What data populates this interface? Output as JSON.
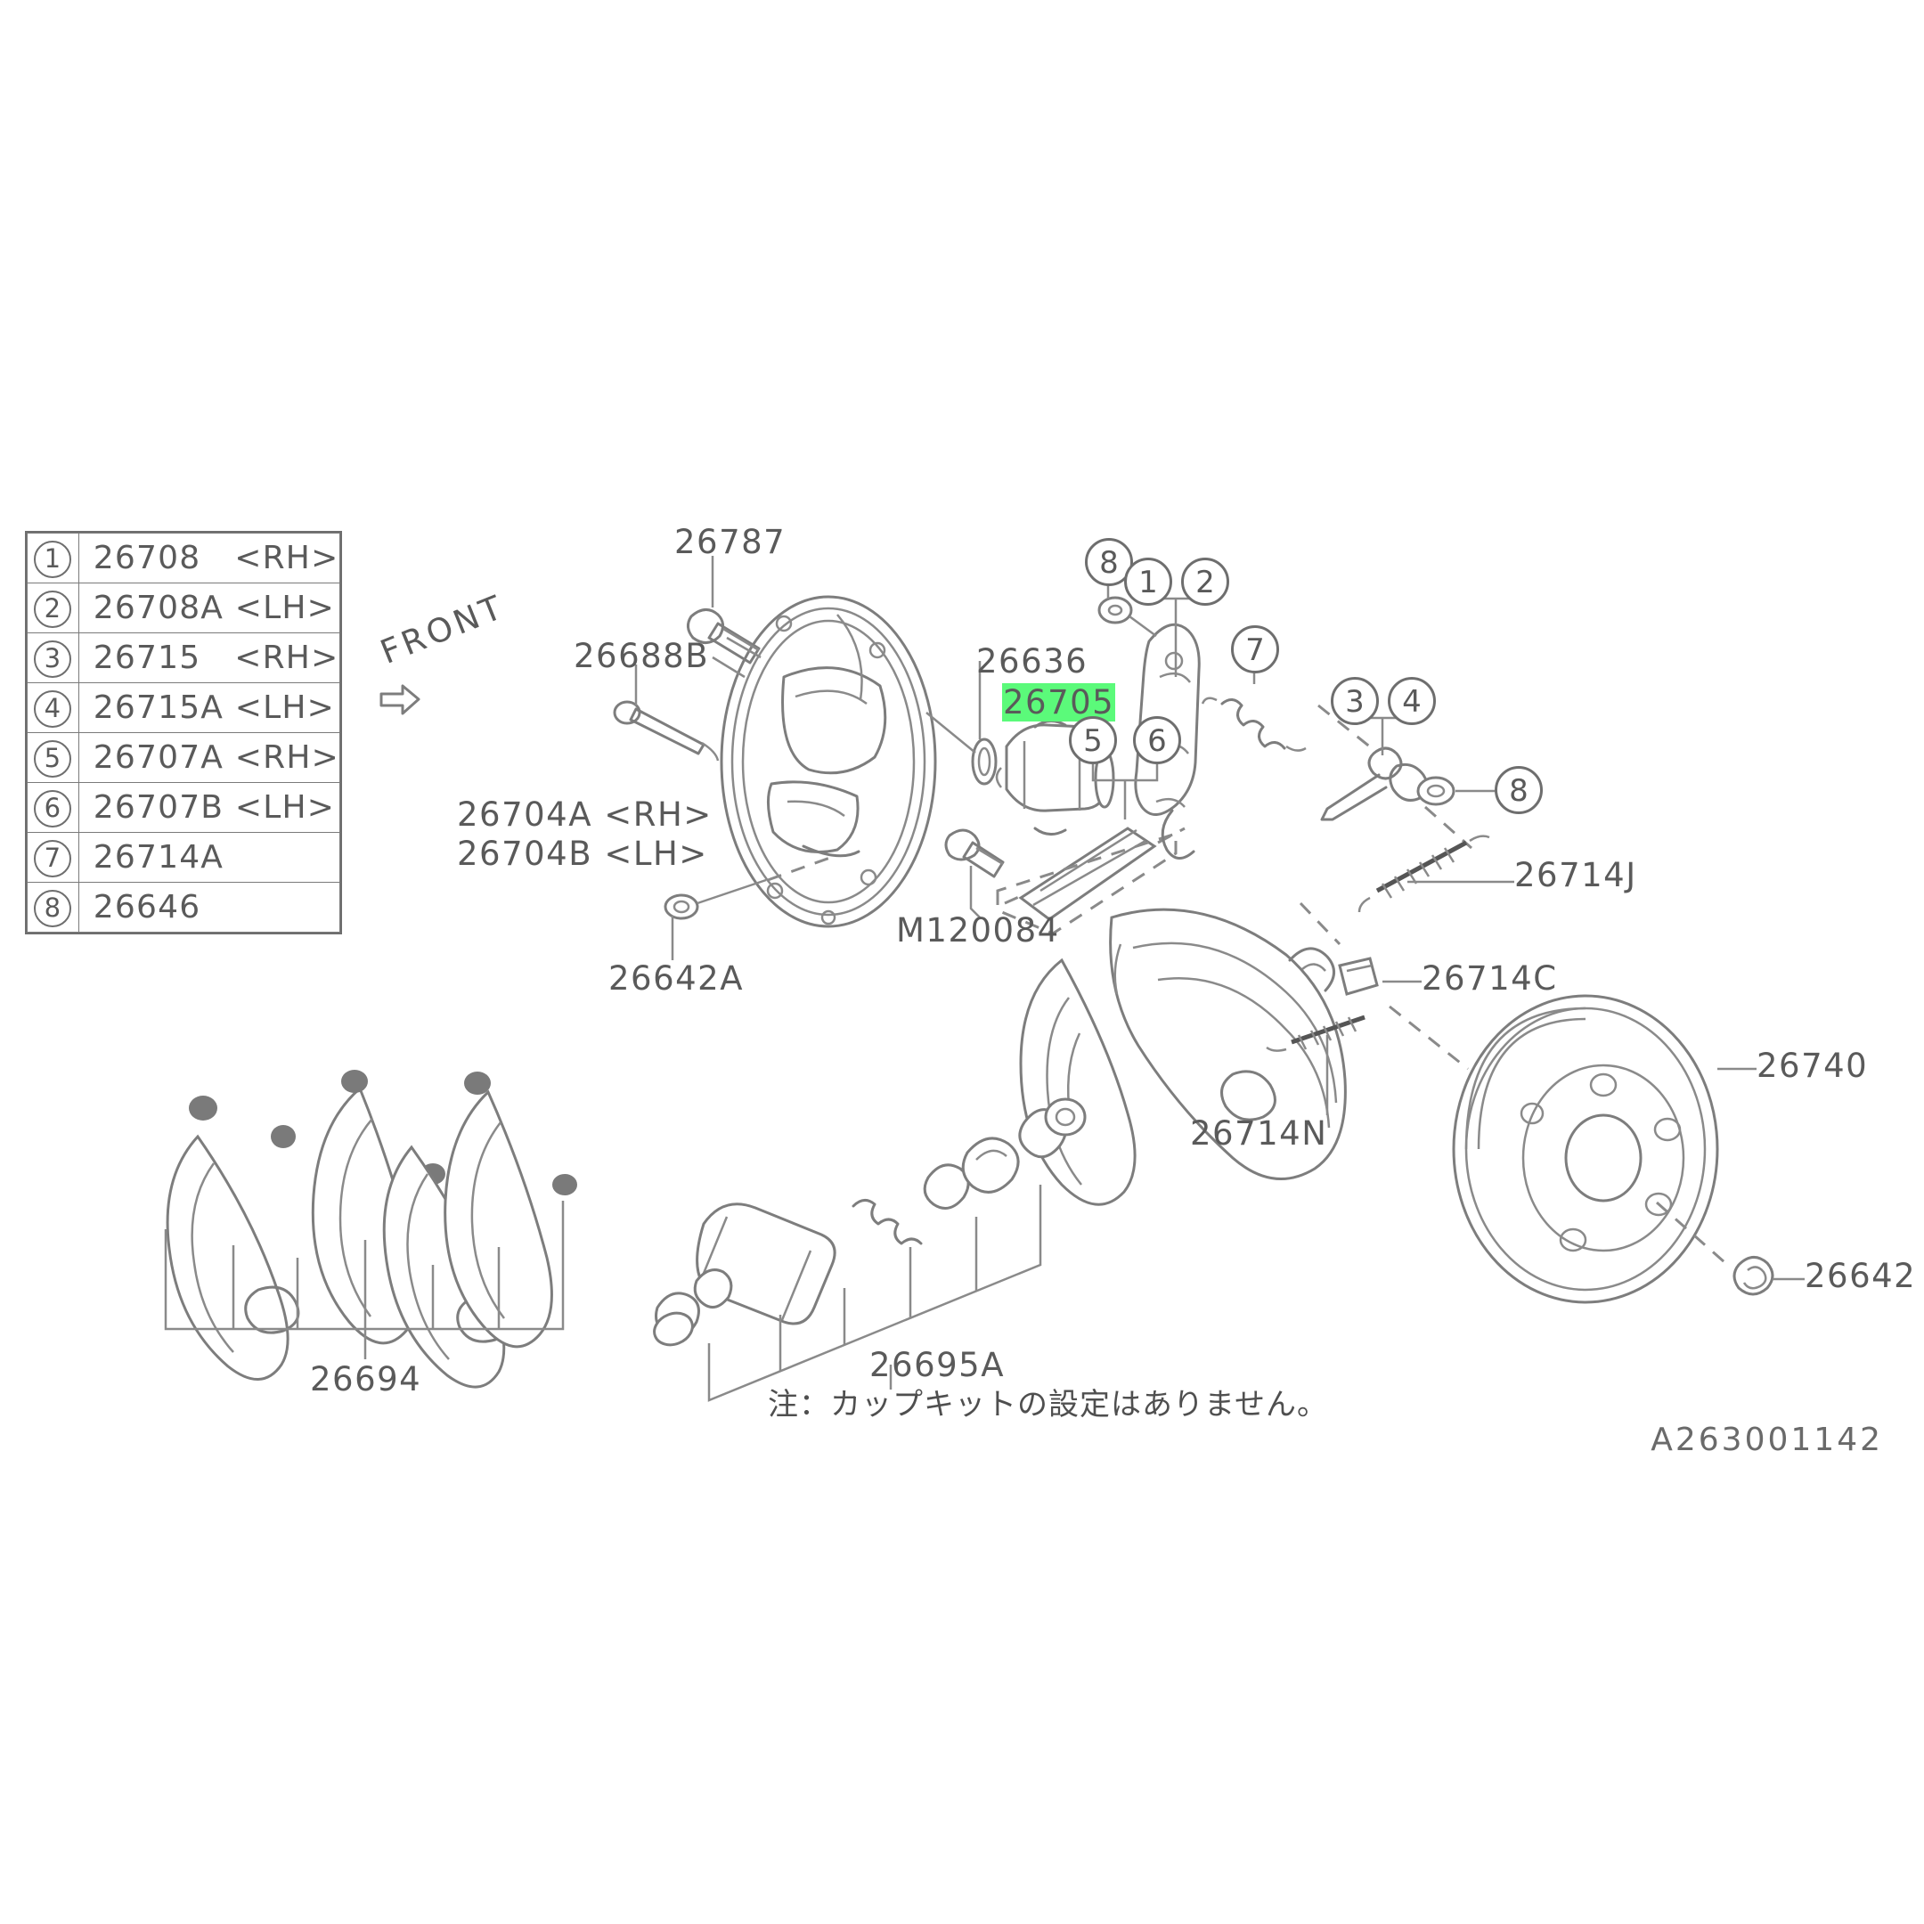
{
  "document": {
    "type": "parts-diagram",
    "footer_code": "A263001142",
    "note_japanese": "注：カップキットの設定はありません。",
    "front_marker": "FRONT"
  },
  "legend": {
    "rows": [
      {
        "index": "1",
        "part": "26708",
        "side": "<RH>"
      },
      {
        "index": "2",
        "part": "26708A",
        "side": "<LH>"
      },
      {
        "index": "3",
        "part": "26715",
        "side": "<RH>"
      },
      {
        "index": "4",
        "part": "26715A",
        "side": "<LH>"
      },
      {
        "index": "5",
        "part": "26707A",
        "side": "<RH>"
      },
      {
        "index": "6",
        "part": "26707B",
        "side": "<LH>"
      },
      {
        "index": "7",
        "part": "26714A",
        "side": ""
      },
      {
        "index": "8",
        "part": "26646",
        "side": ""
      }
    ],
    "cells": [
      "26708   <RH>",
      "26708A <LH>",
      "26715   <RH>",
      "26715A <LH>",
      "26707A <RH>",
      "26707B <LH>",
      "26714A",
      "26646"
    ]
  },
  "labels": {
    "l_26787": "26787",
    "l_26688B": "26688B",
    "l_26636": "26636",
    "l_26705": "26705",
    "l_26704A": "26704A <RH>",
    "l_26704B": "26704B <LH>",
    "l_26642A": "26642A",
    "l_M120084": "M120084",
    "l_26714J": "26714J",
    "l_26714C": "26714C",
    "l_26714N": "26714N",
    "l_26740": "26740",
    "l_26642": "26642",
    "l_26694": "26694",
    "l_26695A": "26695A"
  },
  "callouts": {
    "c8_top": "8",
    "c1": "1",
    "c2": "2",
    "c7": "7",
    "c5": "5",
    "c6": "6",
    "c3": "3",
    "c4": "4",
    "c8_right": "8"
  },
  "colors": {
    "highlight": "#5bfa7a",
    "line": "#6e6e6e",
    "text": "#5a5a5a",
    "background": "#ffffff"
  }
}
